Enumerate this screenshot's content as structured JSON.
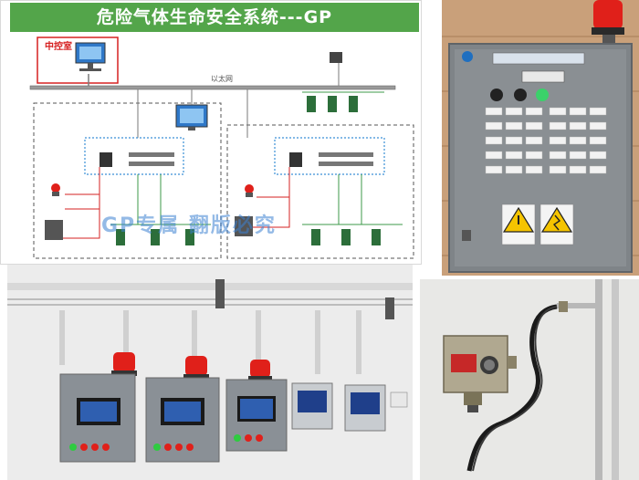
{
  "diagram": {
    "title": "危险气体生命安全系统---GP",
    "control_room_label": "中控室",
    "ethernet_label": "以太网",
    "watermark": "GP专属 翻版必究"
  },
  "colors": {
    "banner_green": "#53a54a",
    "ethernet_line": "#7a7a7a",
    "control_red": "#d62020",
    "bus_green": "#3c9a48",
    "zone_blue": "#3a8fd6",
    "watermark_blue": "#3c82d2",
    "cabinet_grey": "#7f8488",
    "alarm_red": "#e0201a",
    "wall_bg": "#ececec"
  },
  "icons": {
    "monitor": "monitor-icon",
    "warning": "warning-triangle-icon",
    "alarm": "alarm-light-icon",
    "logo": "gp-logo-icon"
  }
}
